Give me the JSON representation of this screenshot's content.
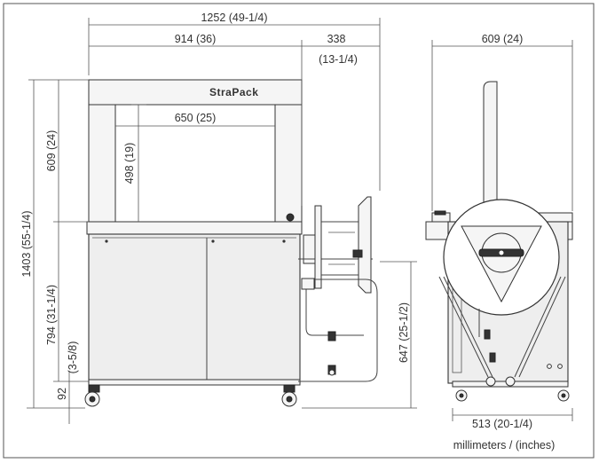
{
  "brand": "StraPack",
  "units_note": "millimeters / (inches)",
  "dims": {
    "overall_width": "1252 (49-1/4)",
    "table_width": "914 (36)",
    "reel_ext_a": "338",
    "reel_ext_b": "(13-1/4)",
    "arch_inner_width": "650 (25)",
    "arch_inner_height": "498 (19)",
    "arch_height": "609 (24)",
    "overall_height": "1403 (55-1/4)",
    "table_height": "794 (31-1/4)",
    "caster_height": "92",
    "caster_height_in": "(3-5/8)",
    "reel_height": "647 (25-1/2)",
    "side_depth": "609 (24)",
    "base_depth": "513 (20-1/4)"
  },
  "colors": {
    "line": "#444444",
    "fill": "#eeeeee",
    "frame": "#333333"
  }
}
